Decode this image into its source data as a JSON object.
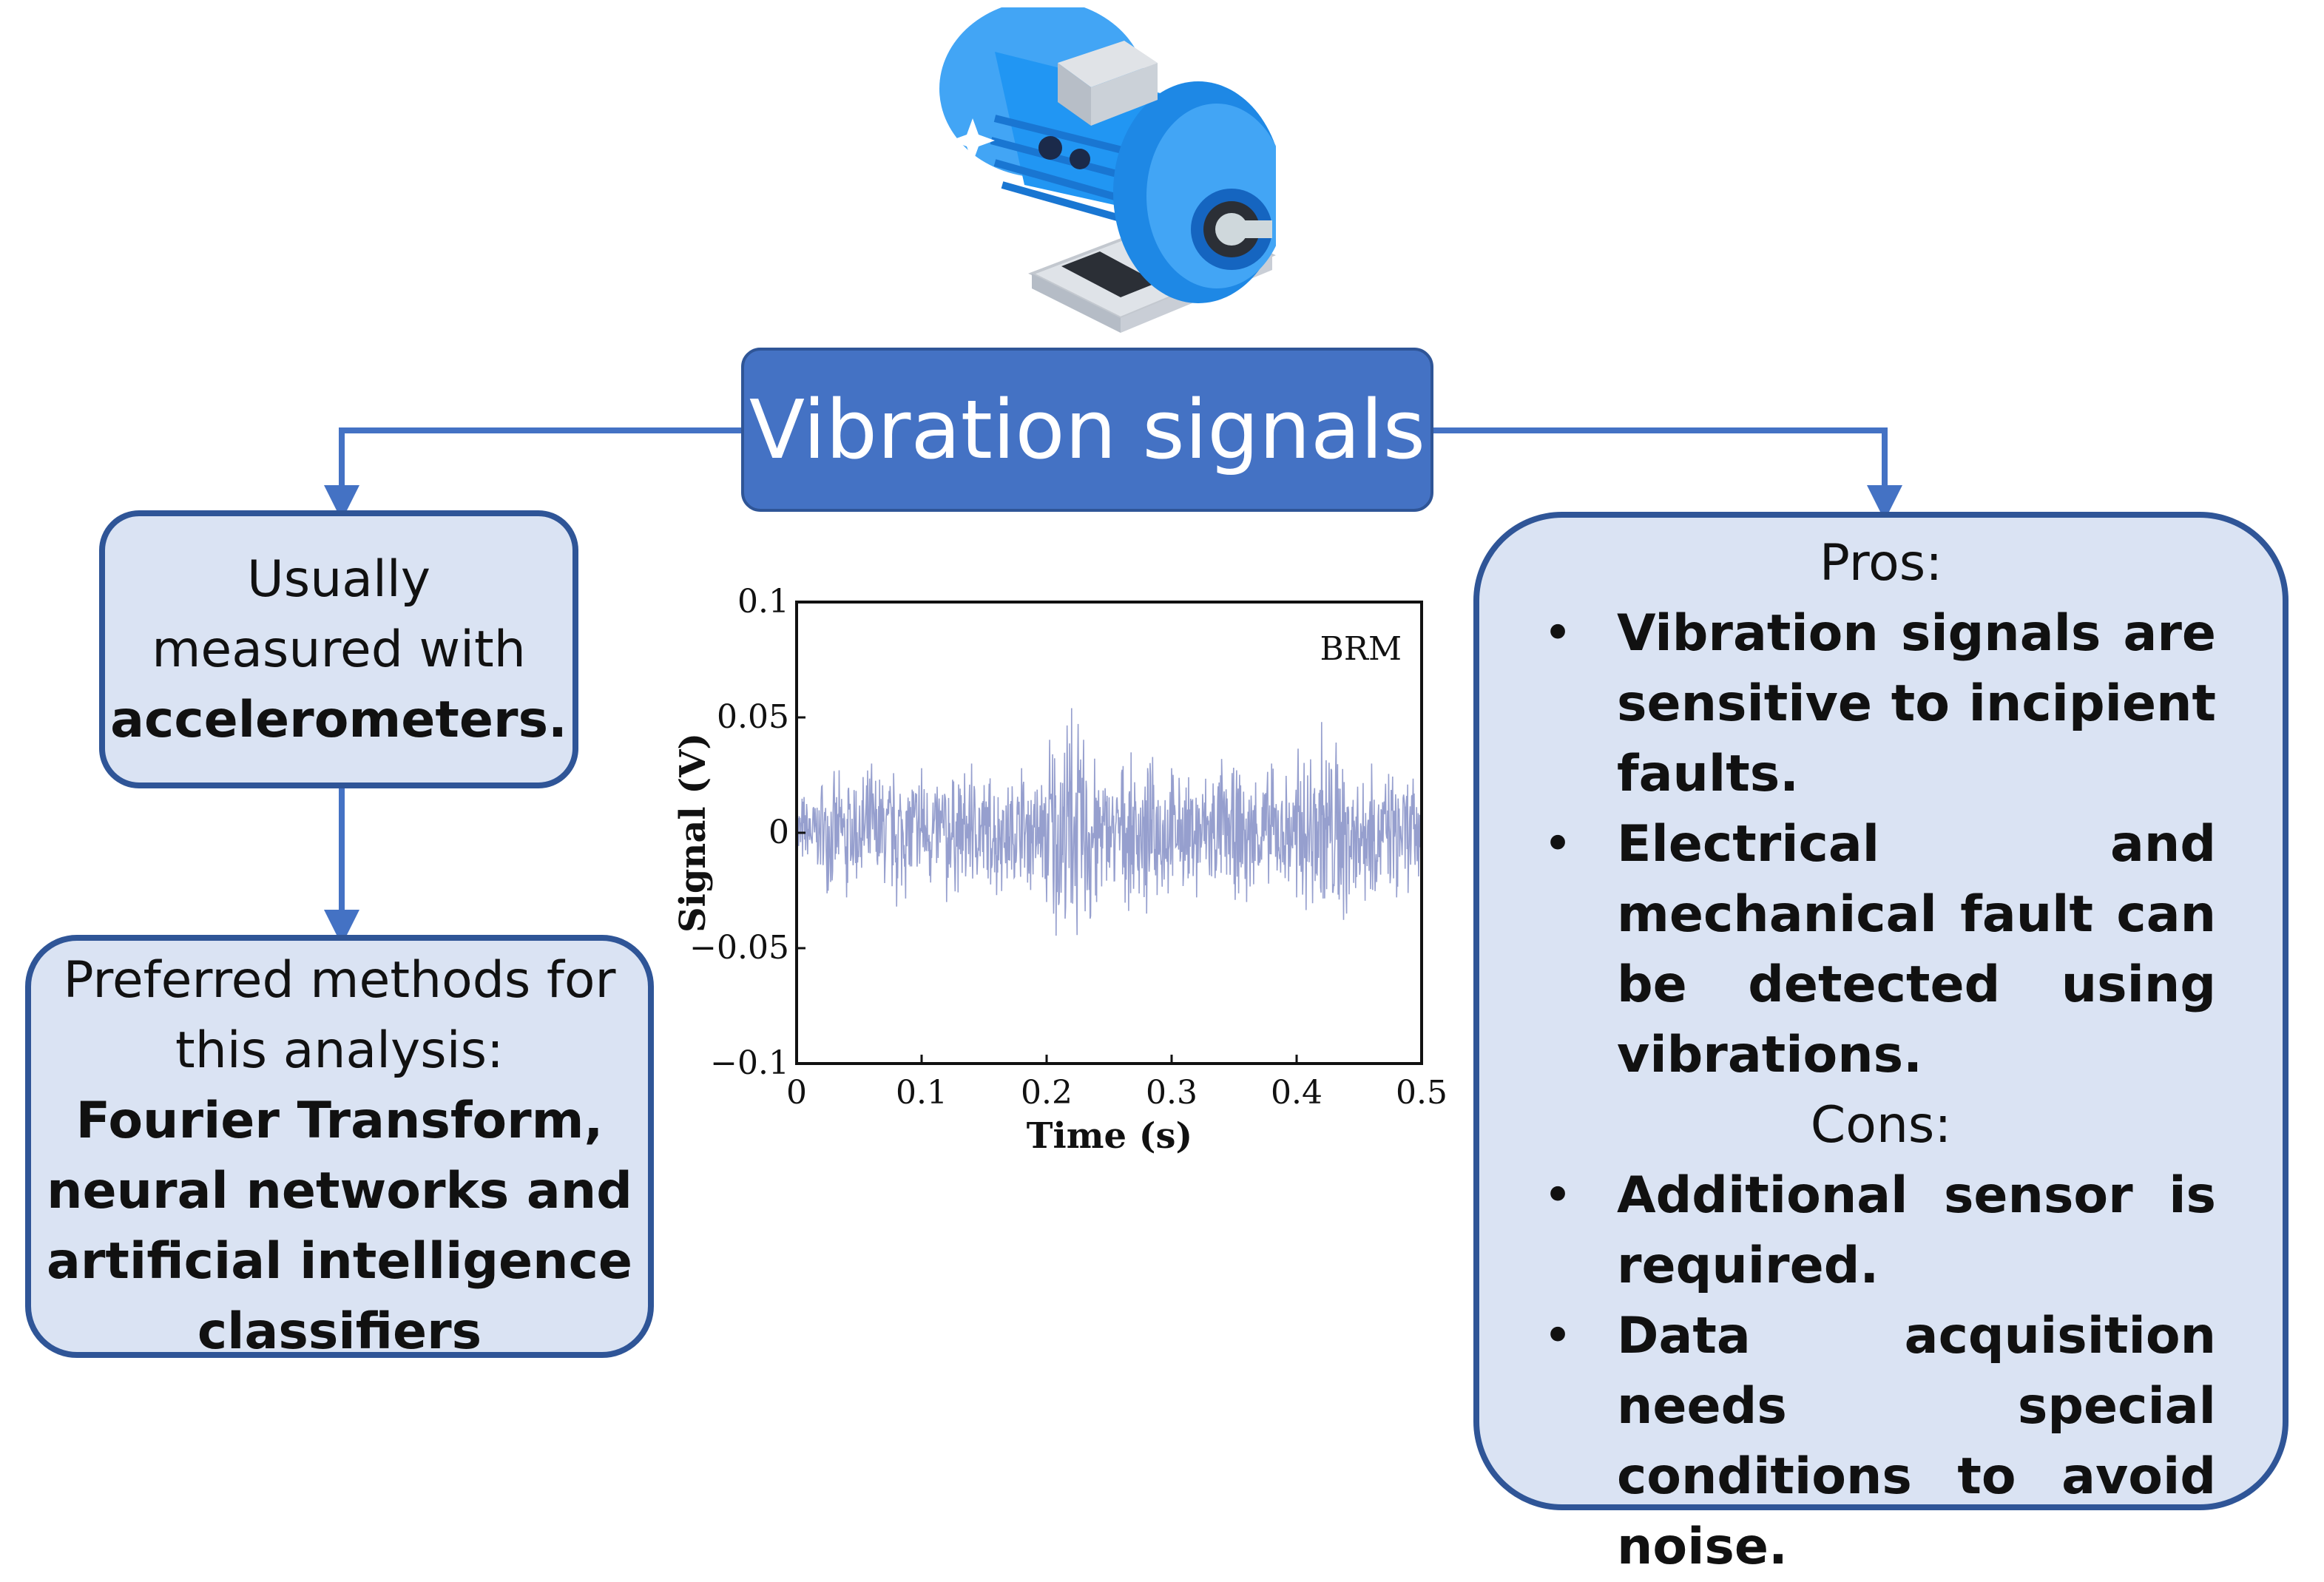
{
  "title": "Vibration signals",
  "motor_icon": "electric-motor-icon",
  "measure_box": {
    "line1": "Usually",
    "line2": "measured with",
    "line3": "accelerometers."
  },
  "methods_box": {
    "line1": "Preferred methods for",
    "line2": "this analysis:",
    "bold1": "Fourier Transform,",
    "bold2": "neural networks and",
    "bold3": "artificial intelligence",
    "bold4": "classifiers"
  },
  "pros_cons": {
    "pros_heading": "Pros:",
    "pros": [
      "Vibration signals are sensitive to incipient faults.",
      "Electrical and mechanical fault can be detected using vibrations."
    ],
    "cons_heading": "Cons:",
    "cons": [
      "Additional sensor is required.",
      "Data acquisition needs special conditions to avoid noise."
    ]
  },
  "colors": {
    "title_fill": "#4472c4",
    "box_fill": "#dae3f3",
    "border": "#2f5597",
    "connector": "#4472c4",
    "signal": "#3f51a5"
  },
  "chart_data": {
    "type": "line",
    "annotation": "BRM",
    "xlabel": "Time (s)",
    "ylabel": "Signal (V)",
    "xlim": [
      0,
      0.5
    ],
    "ylim": [
      -0.1,
      0.1
    ],
    "xticks": [
      "0",
      "0.1",
      "0.2",
      "0.3",
      "0.4",
      "0.5"
    ],
    "yticks": [
      "0.1",
      "0.05",
      "0",
      "−0.05",
      "−0.1"
    ],
    "series": [
      {
        "x": [
          0,
          0.02,
          0.04,
          0.06,
          0.08,
          0.1,
          0.12,
          0.14,
          0.16,
          0.18,
          0.2,
          0.22,
          0.24,
          0.26,
          0.28,
          0.3,
          0.32,
          0.34,
          0.36,
          0.38,
          0.4,
          0.42,
          0.44,
          0.46,
          0.48,
          0.5
        ],
        "y": [
          -0.01,
          0.02,
          -0.028,
          0.03,
          -0.032,
          0.028,
          -0.03,
          0.03,
          -0.027,
          0.028,
          -0.03,
          0.054,
          -0.03,
          0.026,
          -0.035,
          0.028,
          -0.028,
          0.032,
          -0.03,
          0.03,
          -0.028,
          0.048,
          -0.035,
          0.03,
          -0.028,
          0.01
        ]
      }
    ]
  }
}
